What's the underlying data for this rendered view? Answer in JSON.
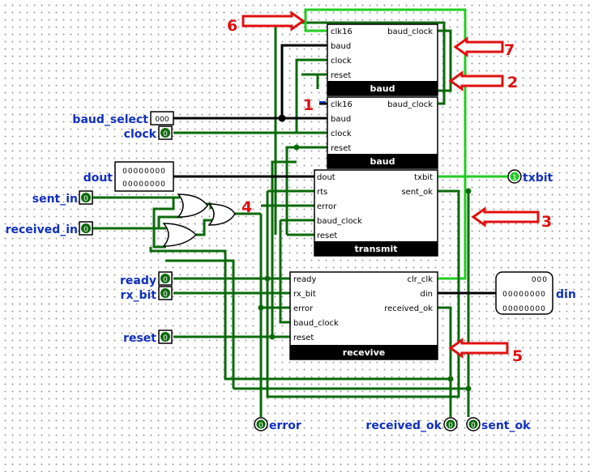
{
  "components": {
    "baud_top": {
      "title": "baud",
      "ports_left": [
        "clk16",
        "baud",
        "clock",
        "reset"
      ],
      "ports_right": [
        "baud_clock"
      ]
    },
    "baud_bottom": {
      "title": "baud",
      "ports_left": [
        "clk16",
        "baud",
        "clock",
        "reset"
      ],
      "ports_right": [
        "baud_clock"
      ]
    },
    "transmit": {
      "title": "transmit",
      "ports_left": [
        "dout",
        "rts",
        "error",
        "baud_clock",
        "reset"
      ],
      "ports_right": [
        "txbit",
        "sent_ok"
      ]
    },
    "receive": {
      "title": "recevive",
      "ports_left": [
        "ready",
        "rx_bit",
        "error",
        "baud_clock",
        "reset"
      ],
      "ports_right": [
        "clr_clk",
        "din",
        "received_ok"
      ]
    }
  },
  "pins": {
    "baud_select": {
      "label": "baud_select",
      "value": "000"
    },
    "clock": {
      "label": "clock",
      "value": "0"
    },
    "dout": {
      "label": "dout",
      "row1": "00000000",
      "row2": "00000000"
    },
    "sent_in": {
      "label": "sent_in",
      "value": "0"
    },
    "received_in": {
      "label": "received_in",
      "value": "0"
    },
    "ready": {
      "label": "ready",
      "value": "0"
    },
    "rx_bit": {
      "label": "rx_bit",
      "value": "0"
    },
    "reset": {
      "label": "reset",
      "value": "0"
    },
    "txbit": {
      "label": "txbit",
      "value": "1"
    },
    "din": {
      "label": "din",
      "row1": "000",
      "row2": "00000000",
      "row3": "00000000"
    },
    "error": {
      "label": "error",
      "value": "0"
    },
    "received_ok": {
      "label": "received_ok",
      "value": "0"
    },
    "sent_ok": {
      "label": "sent_ok",
      "value": "0"
    }
  },
  "annotations": [
    "1",
    "2",
    "3",
    "4",
    "5",
    "6",
    "7"
  ],
  "colors": {
    "wire": "#0a6a0a",
    "wire_active": "#22cc22",
    "bus": "#000000",
    "annotation": "#e01010",
    "pin_label": "#1030c0"
  }
}
